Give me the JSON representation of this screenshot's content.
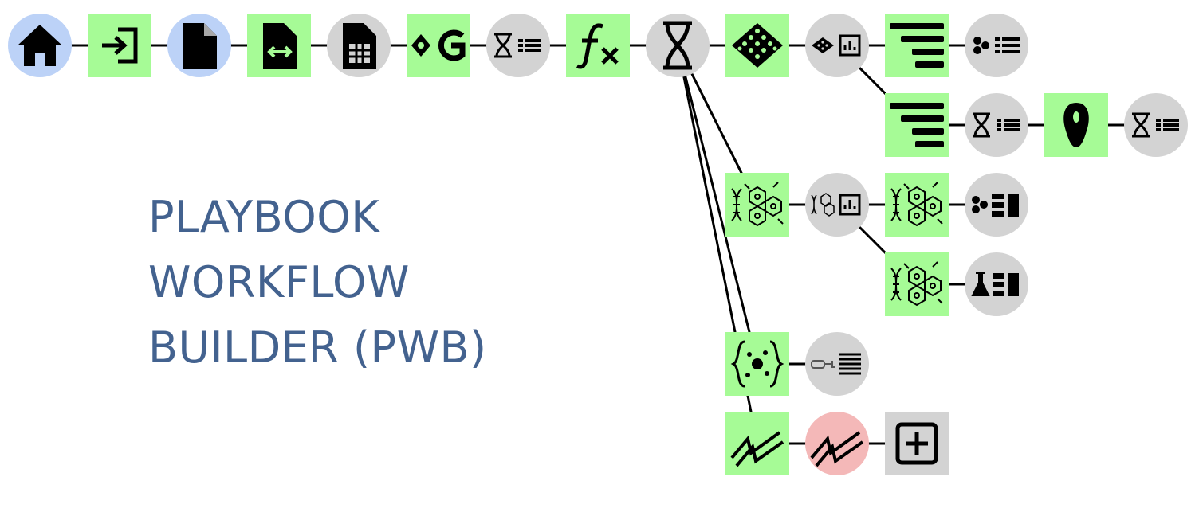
{
  "title_lines": [
    "PLAYBOOK",
    "WORKFLOW",
    "BUILDER (PWB)"
  ],
  "colors": {
    "title": "#43628f",
    "home_node": "#bcd2f7",
    "step_node": "#a6fb96",
    "result_node": "#d3d3d3",
    "warning_node": "#f4b8b8",
    "add_node": "#d3d3d3",
    "edge": "#000000"
  },
  "nodes": [
    {
      "id": "home",
      "icon": "home-icon",
      "kind": "home"
    },
    {
      "id": "input",
      "icon": "login-icon",
      "kind": "step"
    },
    {
      "id": "file",
      "icon": "file-icon",
      "kind": "home"
    },
    {
      "id": "file-convert",
      "icon": "file-convert-icon",
      "kind": "step"
    },
    {
      "id": "spreadsheet",
      "icon": "spreadsheet-file-icon",
      "kind": "result"
    },
    {
      "id": "galaxy",
      "icon": "galaxy-icon",
      "kind": "step"
    },
    {
      "id": "dna-table-1",
      "icon": "dna-table-icon",
      "kind": "result"
    },
    {
      "id": "function",
      "icon": "function-icon",
      "kind": "step"
    },
    {
      "id": "dna",
      "icon": "dna-icon",
      "kind": "result"
    },
    {
      "id": "tile-plate",
      "icon": "tile-plate-icon",
      "kind": "step"
    },
    {
      "id": "plate-chart",
      "icon": "plate-chart-icon",
      "kind": "result"
    },
    {
      "id": "filter-1",
      "icon": "filter-icon",
      "kind": "step"
    },
    {
      "id": "cluster-table-1",
      "icon": "cluster-table-icon",
      "kind": "result"
    },
    {
      "id": "filter-2",
      "icon": "filter-icon",
      "kind": "step"
    },
    {
      "id": "dna-table-2",
      "icon": "dna-table-icon",
      "kind": "result"
    },
    {
      "id": "seed",
      "icon": "seed-icon",
      "kind": "step"
    },
    {
      "id": "dna-table-3",
      "icon": "dna-table-icon",
      "kind": "result"
    },
    {
      "id": "genomics-1",
      "icon": "genomics-icon",
      "kind": "step"
    },
    {
      "id": "genomics-chart",
      "icon": "genomics-chart-icon",
      "kind": "result"
    },
    {
      "id": "genomics-2",
      "icon": "genomics-icon",
      "kind": "step"
    },
    {
      "id": "cluster-list",
      "icon": "cluster-list-icon",
      "kind": "result"
    },
    {
      "id": "genomics-3",
      "icon": "genomics-icon",
      "kind": "step"
    },
    {
      "id": "flask-list",
      "icon": "flask-list-icon",
      "kind": "result"
    },
    {
      "id": "json-cells",
      "icon": "json-cells-icon",
      "kind": "step"
    },
    {
      "id": "cable-text",
      "icon": "cable-text-icon",
      "kind": "result"
    },
    {
      "id": "wave-step",
      "icon": "wave-icon",
      "kind": "step"
    },
    {
      "id": "wave-warning",
      "icon": "wave-icon",
      "kind": "warning"
    },
    {
      "id": "add-step",
      "icon": "add-box-icon",
      "kind": "add"
    }
  ],
  "edges": [
    [
      "home",
      "input"
    ],
    [
      "input",
      "file"
    ],
    [
      "file",
      "file-convert"
    ],
    [
      "file-convert",
      "spreadsheet"
    ],
    [
      "spreadsheet",
      "galaxy"
    ],
    [
      "galaxy",
      "dna-table-1"
    ],
    [
      "dna-table-1",
      "function"
    ],
    [
      "function",
      "dna"
    ],
    [
      "dna",
      "tile-plate"
    ],
    [
      "tile-plate",
      "plate-chart"
    ],
    [
      "plate-chart",
      "filter-1"
    ],
    [
      "filter-1",
      "cluster-table-1"
    ],
    [
      "plate-chart",
      "filter-2"
    ],
    [
      "filter-2",
      "dna-table-2"
    ],
    [
      "dna-table-2",
      "seed"
    ],
    [
      "seed",
      "dna-table-3"
    ],
    [
      "dna",
      "genomics-1"
    ],
    [
      "genomics-1",
      "genomics-chart"
    ],
    [
      "genomics-chart",
      "genomics-2"
    ],
    [
      "genomics-2",
      "cluster-list"
    ],
    [
      "genomics-chart",
      "genomics-3"
    ],
    [
      "genomics-3",
      "flask-list"
    ],
    [
      "dna",
      "json-cells"
    ],
    [
      "json-cells",
      "cable-text"
    ],
    [
      "dna",
      "wave-step"
    ],
    [
      "wave-step",
      "wave-warning"
    ],
    [
      "wave-warning",
      "add-step"
    ]
  ]
}
